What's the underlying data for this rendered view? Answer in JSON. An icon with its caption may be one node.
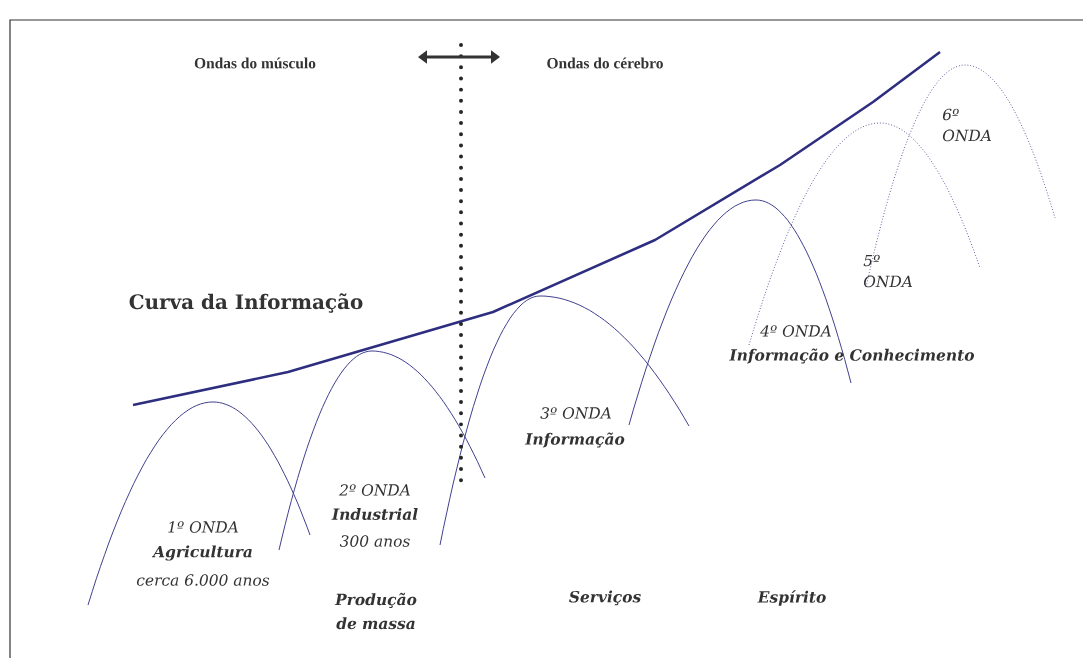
{
  "diagram": {
    "labels": [
      "Ondas do músculo",
      "Ondas do cérebro",
      "6º ONDA",
      "Curva da Informação",
      "5º ONDA",
      "4º ONDA",
      "Informação e Conhecimento",
      "3º ONDA",
      "Informação",
      "2º ONDA",
      "Industrial",
      "300 anos",
      "1º ONDA",
      "Agricultura",
      "cerca 6.000 anos",
      "Produção de massa",
      "Serviços",
      "Espírito"
    ]
  }
}
